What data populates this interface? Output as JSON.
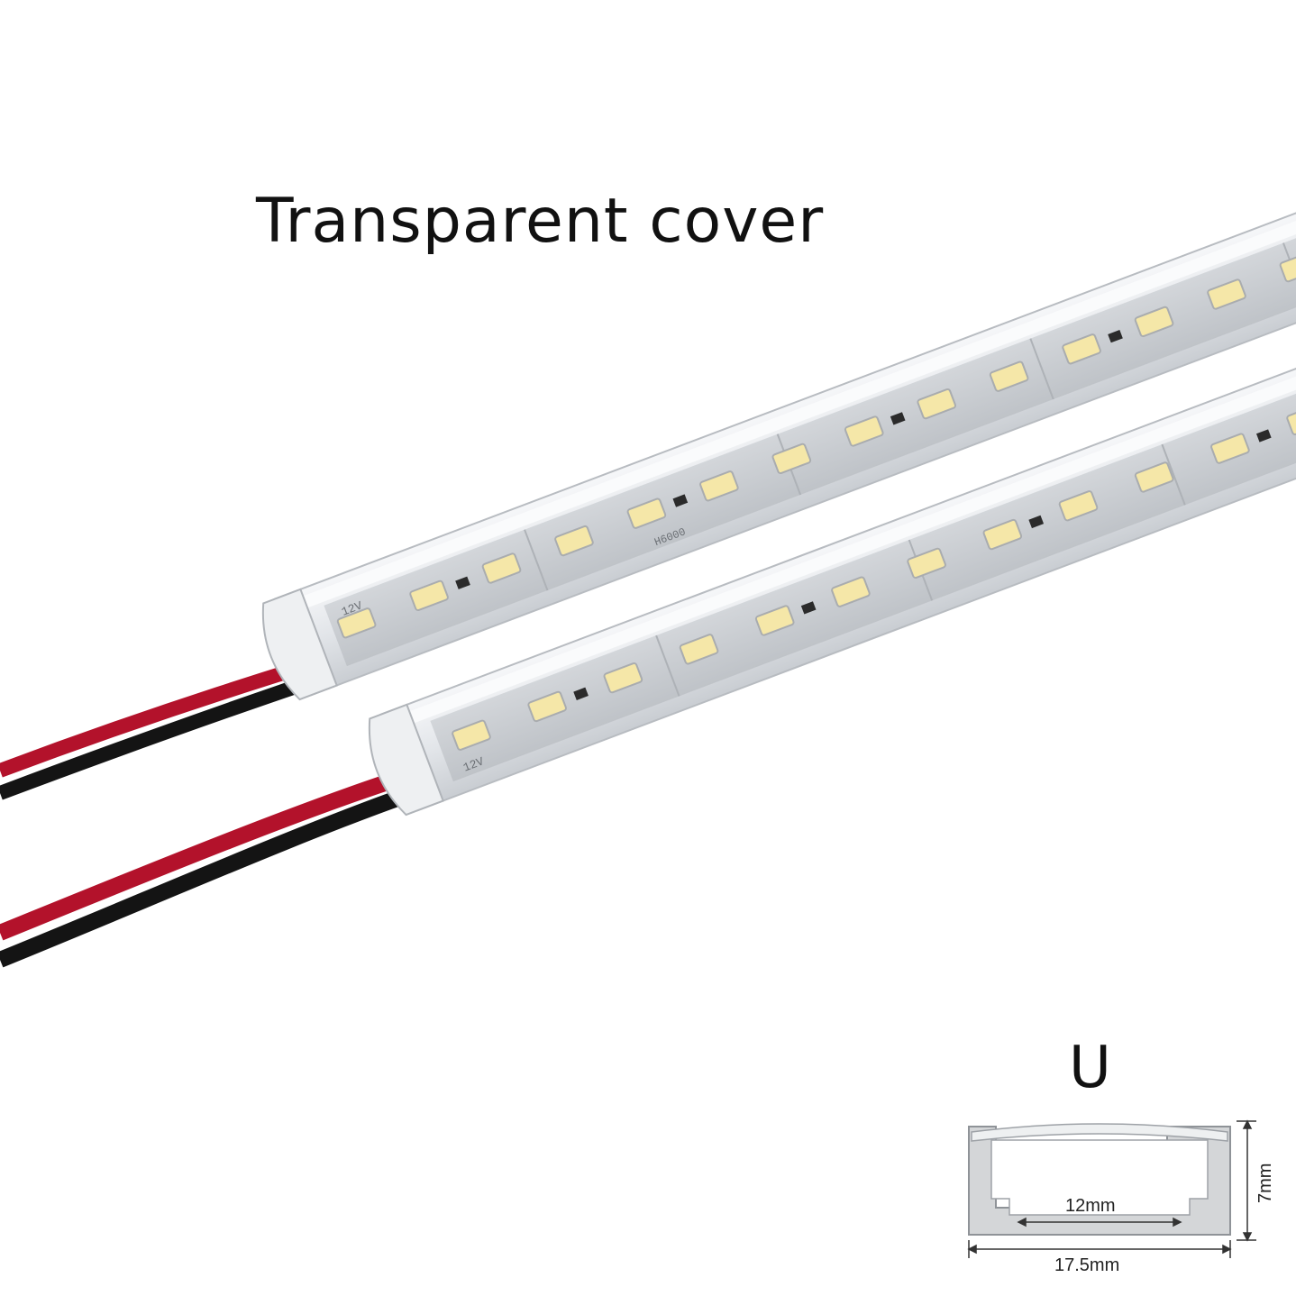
{
  "headline": "Transparent cover",
  "product": {
    "bars": [
      {
        "label": "12V",
        "marking": "H6000"
      },
      {
        "label": "12V"
      }
    ],
    "colors": {
      "led": "#f5e7a8",
      "housing": "#e9ebee",
      "pcb": "#c9ccd1",
      "wire_red": "#b3122b",
      "wire_black": "#141414"
    },
    "icons": [
      "led-chip-icon",
      "resistor-icon",
      "wire-icon",
      "end-cap-icon"
    ]
  },
  "profile": {
    "title": "U",
    "inner_width": "12mm",
    "outer_width": "17.5mm",
    "height": "7mm"
  }
}
